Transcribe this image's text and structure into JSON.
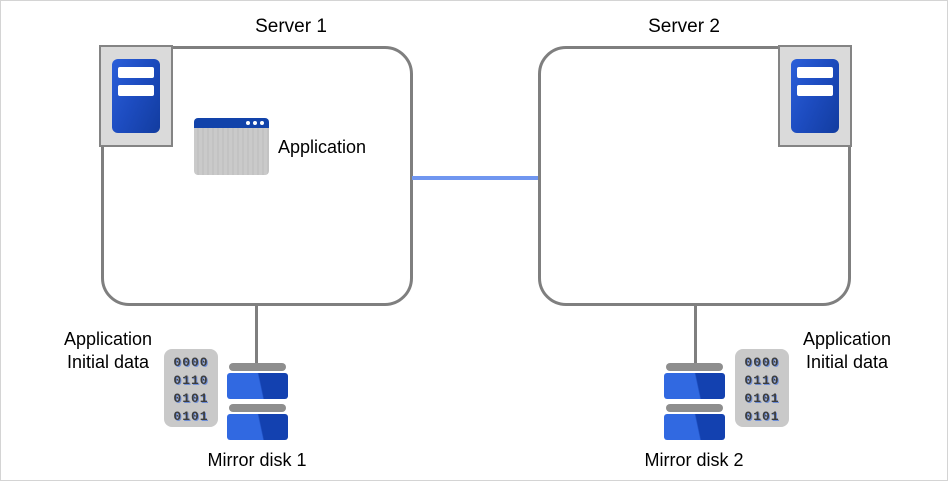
{
  "labels": {
    "server1_title": "Server 1",
    "server2_title": "Server 2",
    "application": "Application",
    "mirror_disk1": "Mirror disk 1",
    "mirror_disk2": "Mirror disk 2"
  },
  "captions": {
    "left": {
      "line1": "Application",
      "line2": "Initial data"
    },
    "right": {
      "line1": "Application",
      "line2": "Initial data"
    }
  },
  "data_blocks": {
    "left": {
      "rows": [
        "0000",
        "0110",
        "0101",
        "0101"
      ]
    },
    "right": {
      "rows": [
        "0000",
        "0110",
        "0101",
        "0101"
      ]
    }
  },
  "colors": {
    "box_border_gray": "#7f7f7f",
    "network_link_blue": "#7096f0",
    "server_tower_blue": "#1d4cc0",
    "disk_blue_light": "#3169e1",
    "disk_blue_dark": "#1341b0",
    "titlebar_blue": "#1243aa",
    "icon_background_gray": "#c9c9c9",
    "connector_gray": "#8e8e8e"
  }
}
